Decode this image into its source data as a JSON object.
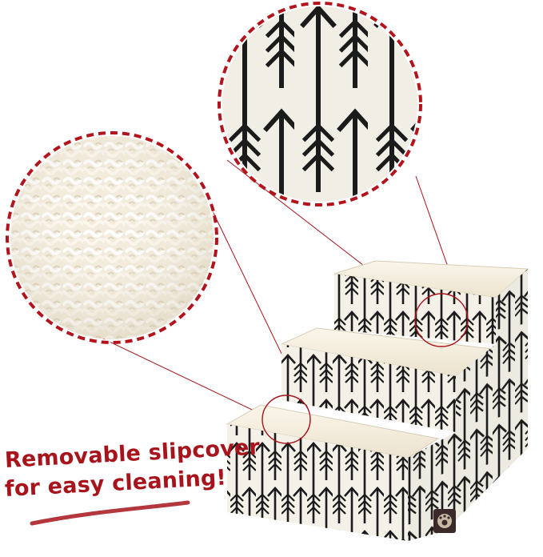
{
  "caption": {
    "line1": "Removable slipcover",
    "line2": "for easy cleaning!"
  },
  "colors": {
    "accent": "#a8141c",
    "fabric": "#f4f1e8",
    "sherpa": "#f7f2e4",
    "arrow_ink": "#1b1b1b",
    "dash_ring": "#b3141c"
  },
  "icons": {
    "brand_tag": "paw-badge-icon",
    "fabric_zoom": "magnifier-circle-arrows",
    "sherpa_zoom": "magnifier-circle-sherpa"
  }
}
